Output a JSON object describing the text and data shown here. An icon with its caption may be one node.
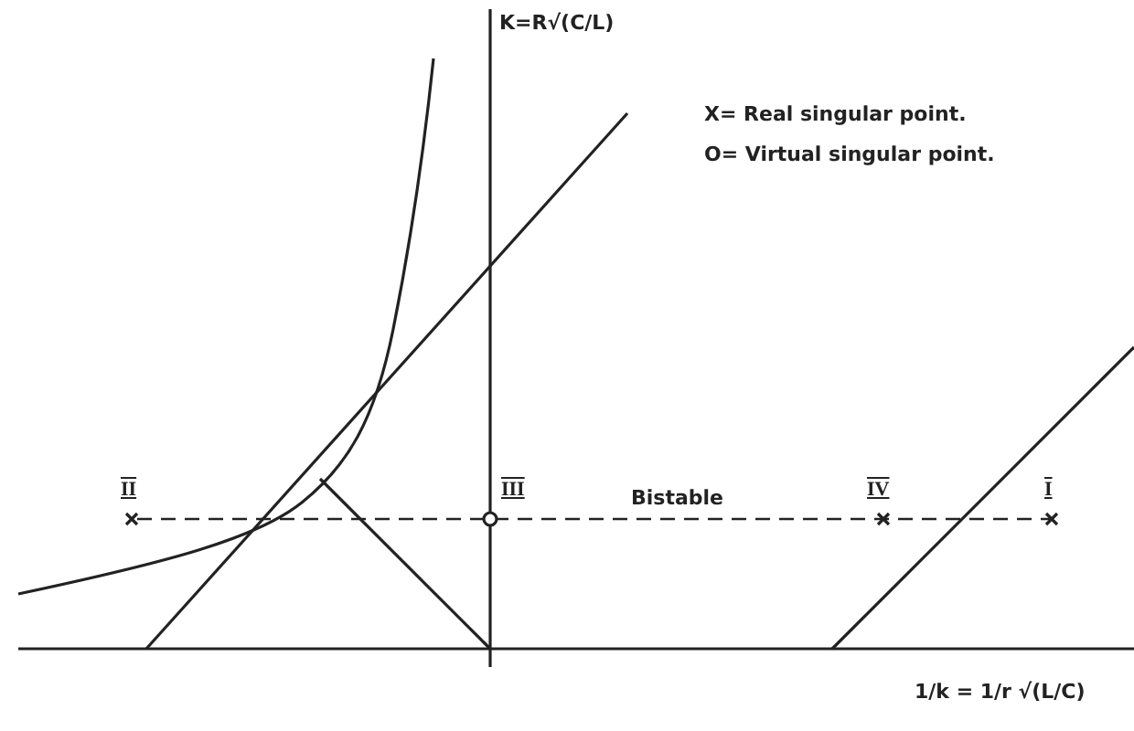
{
  "diagram": {
    "labels": [
      "K=R√(C/L)",
      "X= Real singular point.",
      "O= Virtual singular point.",
      "II",
      "III",
      "Bistable",
      "IV",
      "I",
      "1/k = 1/r √(L/C)"
    ]
  }
}
